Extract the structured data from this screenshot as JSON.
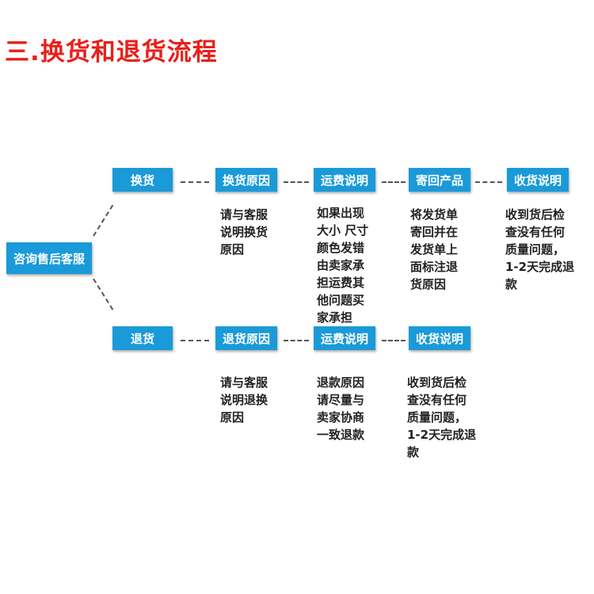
{
  "title": "三.换货和退货流程",
  "root": {
    "label": "咨询售后客服"
  },
  "exchange": {
    "label": "换货",
    "steps": [
      {
        "label": "换货原因",
        "desc": "请与客服\n说明换货\n原因"
      },
      {
        "label": "运费说明",
        "desc": "如果出现\n大小 尺寸\n颜色发错\n由卖家承\n担运费其\n他问题买\n家承担"
      },
      {
        "label": "寄回产品",
        "desc": "将发货单\n寄回并在\n发货单上\n面标注退\n货原因"
      },
      {
        "label": "收货说明",
        "desc": "收到货后检\n查没有任何\n质量问题，\n1-2天完成退\n款"
      }
    ]
  },
  "refund": {
    "label": "退货",
    "steps": [
      {
        "label": "退货原因",
        "desc": "请与客服\n说明退换\n原因"
      },
      {
        "label": "运费说明",
        "desc": "退款原因\n请尽量与\n卖家协商\n一致退款"
      },
      {
        "label": "收货说明",
        "desc": "收到货后检\n查没有任何\n质量问题，\n1-2天完成退\n款"
      }
    ]
  },
  "colors": {
    "box": "#1a9ad8",
    "title": "#e8201a",
    "text": "#222222"
  }
}
